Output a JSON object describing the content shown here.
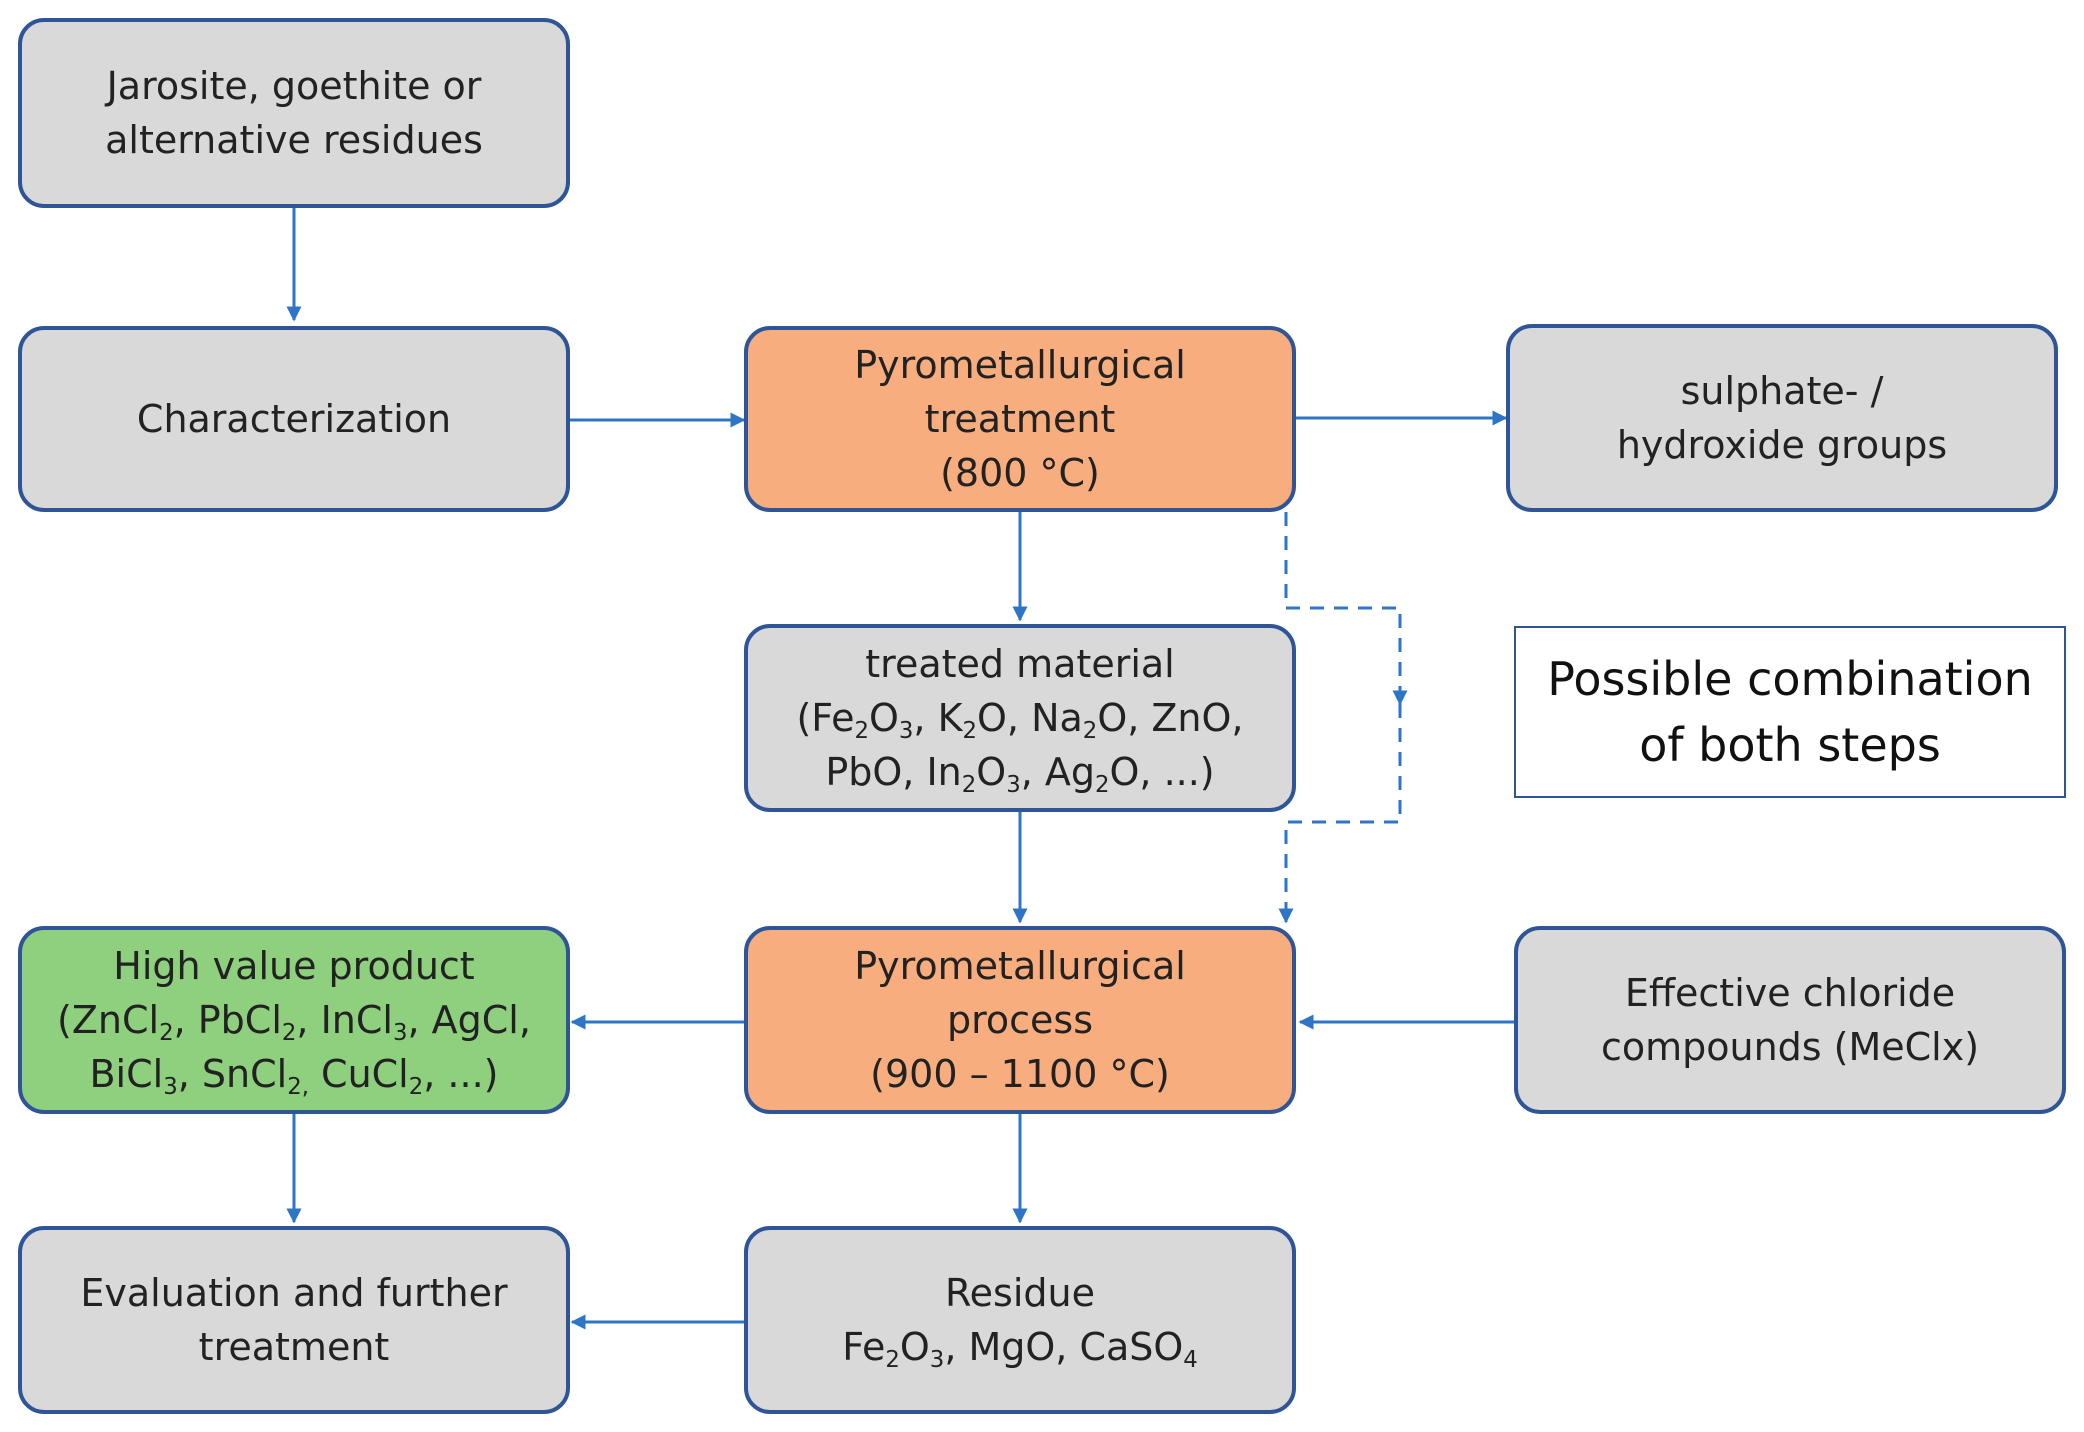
{
  "boxes": {
    "residues": {
      "lines": [
        "Jarosite, goethite or",
        "alternative residues"
      ]
    },
    "characterization": {
      "lines": [
        "Characterization"
      ]
    },
    "pyro_treatment": {
      "lines": [
        "Pyrometallurgical",
        "treatment",
        "(800 °C)"
      ]
    },
    "sulphate": {
      "lines": [
        "sulphate- /",
        "hydroxide groups"
      ]
    },
    "treated_material": {
      "l1": "treated material",
      "l2": {
        "t1": "(Fe",
        "s1": "2",
        "t2": "O",
        "s2": "3",
        "t3": ", K",
        "s3": "2",
        "t4": "O, Na",
        "s4": "2",
        "t5": "O, ZnO,"
      },
      "l3": {
        "t1": "PbO, In",
        "s1": "2",
        "t2": "O",
        "s2": "3",
        "t3": ", Ag",
        "s3": "2",
        "t4": "O, ...)"
      }
    },
    "note": {
      "lines": [
        "Possible combination",
        "of both steps"
      ]
    },
    "high_value": {
      "l1": "High value product",
      "l2": {
        "t1": "(ZnCl",
        "s1": "2",
        "t2": ", PbCl",
        "s2": "2",
        "t3": ", InCl",
        "s3": "3",
        "t4": ", AgCl,"
      },
      "l3": {
        "t1": "BiCl",
        "s1": "3",
        "t2": ", SnCl",
        "s2": "2,",
        "t3": " CuCl",
        "s3": "2",
        "t4": ", ...)"
      }
    },
    "pyro_process": {
      "lines": [
        "Pyrometallurgical",
        "process",
        "(900 – 1100 °C)"
      ]
    },
    "chloride": {
      "lines": [
        "Effective chloride",
        "compounds (MeClx)"
      ]
    },
    "evaluation": {
      "lines": [
        "Evaluation and further",
        "treatment"
      ]
    },
    "residue": {
      "l1": "Residue",
      "l2": {
        "t1": "Fe",
        "s1": "2",
        "t2": "O",
        "s2": "3",
        "t3": ", MgO, CaSO",
        "s3": "4"
      }
    }
  },
  "colors": {
    "stroke": "#2f5597",
    "arrow": "#2e75c6",
    "gray_fill": "#d9d9d9",
    "orange_fill": "#f8ad7f",
    "green_fill": "#8fd07e"
  }
}
